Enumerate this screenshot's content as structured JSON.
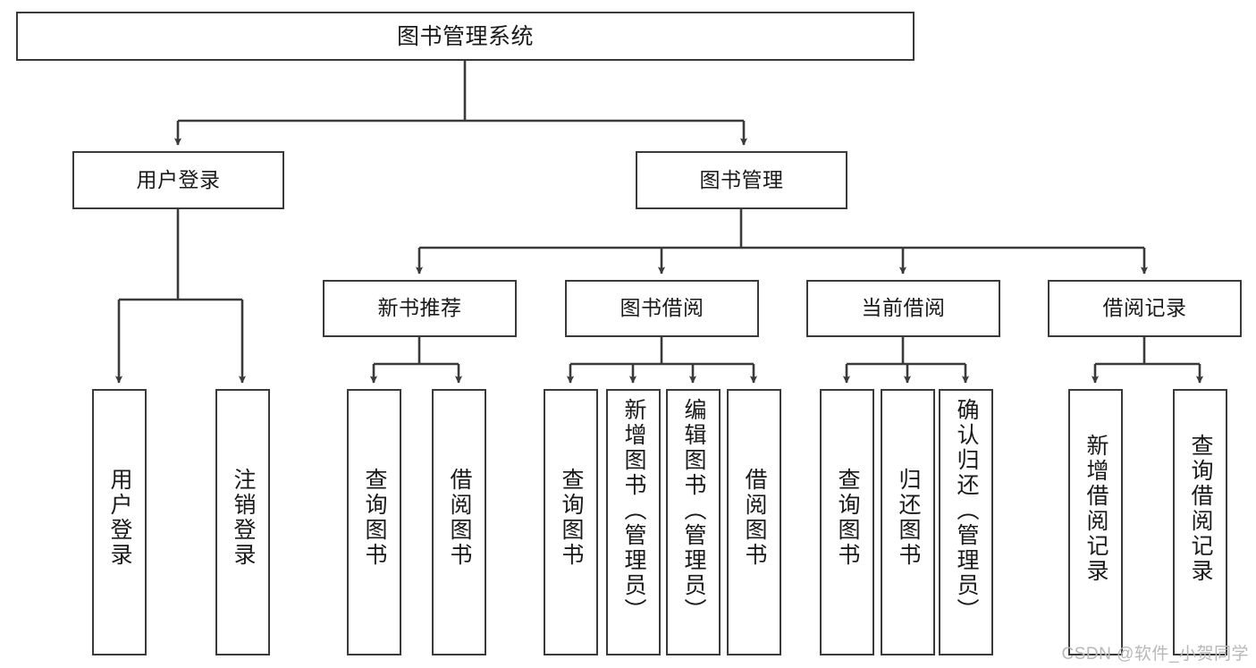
{
  "diagram": {
    "title": "图书管理系统",
    "type": "hierarchy-tree",
    "watermark": "CSDN @软件_小贺同学",
    "colors": {
      "stroke": "#3a3a3a",
      "fill": "#ffffff",
      "text": "#1a1a1a",
      "watermark": "#b8b8b8"
    },
    "nodes": {
      "root": {
        "label": "图书管理系统"
      },
      "level2": [
        {
          "label": "用户登录"
        },
        {
          "label": "图书管理"
        }
      ],
      "level3": [
        {
          "label": "新书推荐"
        },
        {
          "label": "图书借阅"
        },
        {
          "label": "当前借阅"
        },
        {
          "label": "借阅记录"
        }
      ],
      "leaves_user_login": [
        {
          "label": "用户登录"
        },
        {
          "label": "注销登录"
        }
      ],
      "leaves_new_book": [
        {
          "label": "查询图书"
        },
        {
          "label": "借阅图书"
        }
      ],
      "leaves_borrow": [
        {
          "label": "查询图书"
        },
        {
          "label": "新增图书（管理员）"
        },
        {
          "label": "编辑图书（管理员）"
        },
        {
          "label": "借阅图书"
        }
      ],
      "leaves_current": [
        {
          "label": "查询图书"
        },
        {
          "label": "归还图书"
        },
        {
          "label": "确认归还（管理员）"
        }
      ],
      "leaves_record": [
        {
          "label": "新增借阅记录"
        },
        {
          "label": "查询借阅记录"
        }
      ]
    }
  }
}
